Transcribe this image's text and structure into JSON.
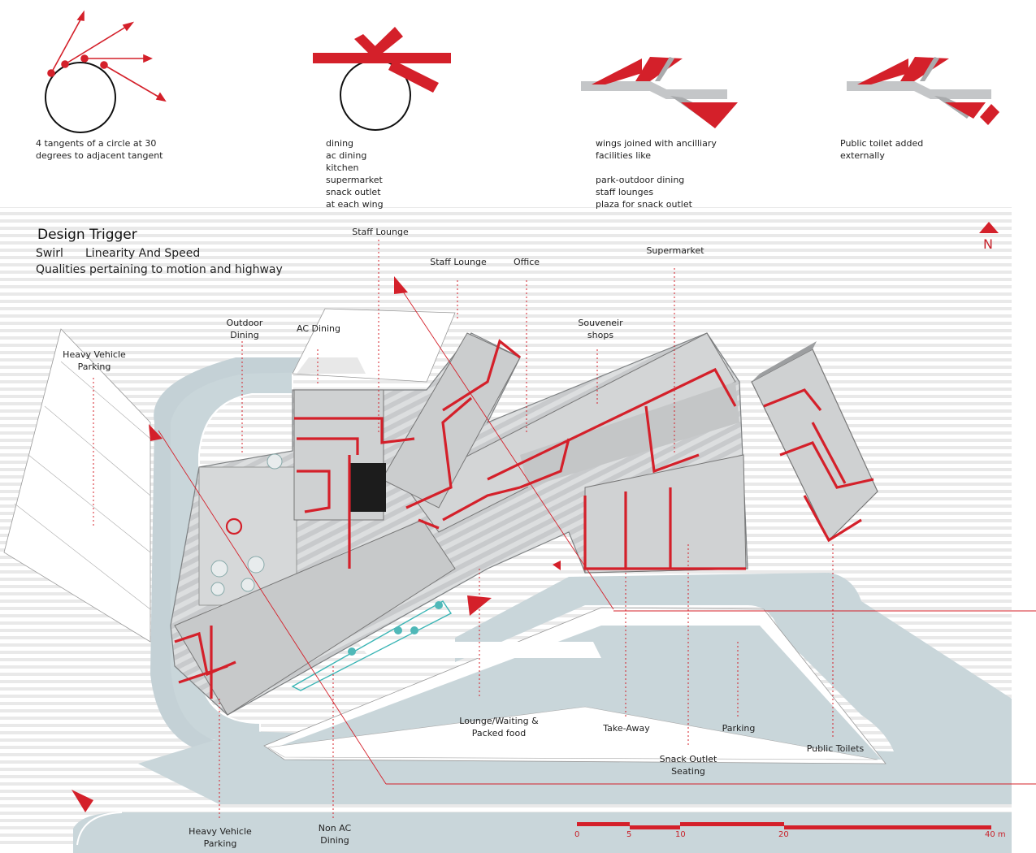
{
  "concept": {
    "step1": "4 tangents of a circle at 30\ndegrees to adjacent tangent",
    "step2": "dining\nac dining\nkitchen\nsupermarket\nsnack outlet\nat each wing",
    "step3": "wings joined with ancilliary\nfacilities like\n\npark-outdoor dining\nstaff lounges\nplaza for snack outlet",
    "step4": "Public toilet added\nexternally"
  },
  "trigger": {
    "title": "Design Trigger",
    "word1": "Swirl",
    "word2": "Linearity And Speed",
    "word3": "Qualities pertaining to motion and highway"
  },
  "labels": {
    "staff_lounge_1": "Staff Lounge",
    "staff_lounge_2": "Staff Lounge",
    "office": "Office",
    "supermarket": "Supermarket",
    "outdoor_dining": "Outdoor\nDining",
    "ac_dining": "AC Dining",
    "heavy_vehicle_top": "Heavy Vehicle\nParking",
    "souvenir": "Souveneir\nshops",
    "lounge": "Lounge/Waiting &\nPacked food",
    "takeaway": "Take-Away",
    "parking": "Parking",
    "snack": "Snack Outlet\nSeating",
    "public_toilets": "Public Toilets",
    "heavy_vehicle_bottom": "Heavy Vehicle\nParking",
    "non_ac": "Non AC\nDining"
  },
  "north": "N",
  "scale": [
    "0",
    "5",
    "10",
    "20",
    "40 m"
  ],
  "colors": {
    "accent": "#d4202a",
    "road": "#c9d6da",
    "building": "#b9bcbe",
    "stripe": "#ececec"
  }
}
